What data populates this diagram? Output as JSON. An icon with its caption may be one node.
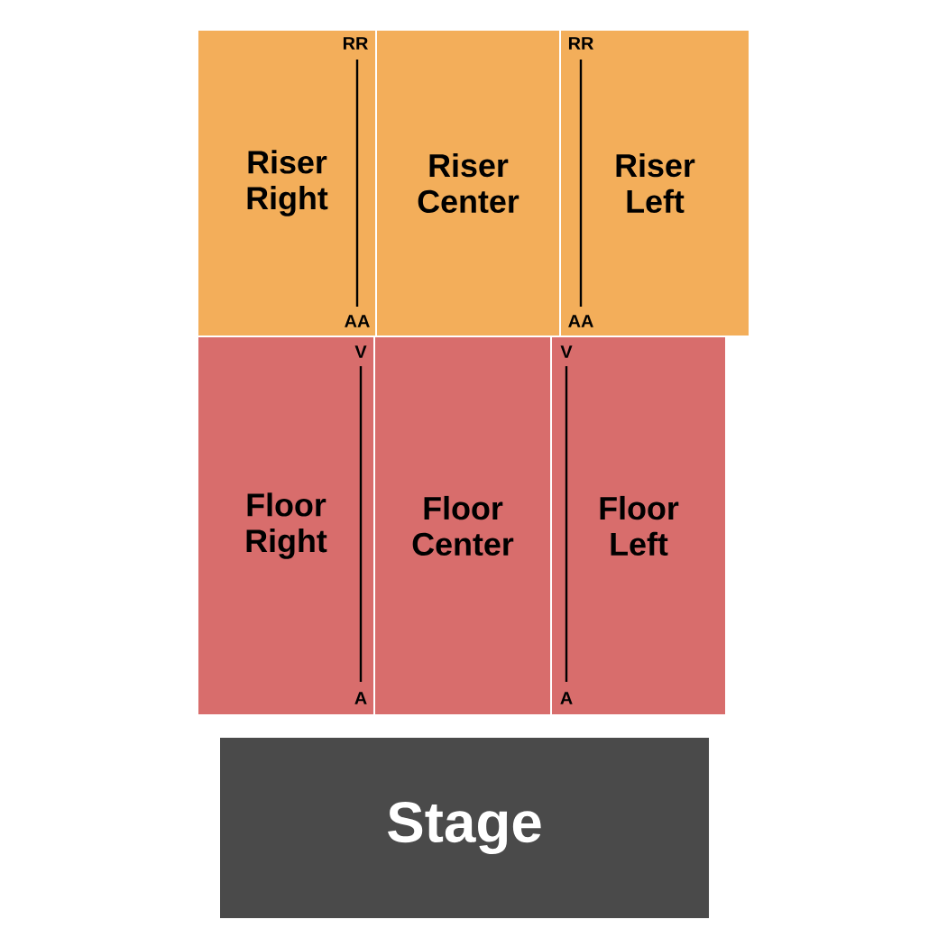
{
  "diagram": {
    "nodes": [
      {
        "text": [
          "Riser Right"
        ]
      },
      {
        "text": [
          "Riser Center"
        ]
      },
      {
        "text": [
          "Riser Left"
        ]
      },
      {
        "text": [
          "Floor Right"
        ]
      },
      {
        "text": [
          "Floor Center"
        ]
      },
      {
        "text": [
          "Floor Left"
        ]
      },
      {
        "text": [
          "Stage"
        ]
      }
    ],
    "labels": [
      "RR",
      "RR",
      "AA",
      "AA",
      "V",
      "V",
      "A",
      "A"
    ]
  }
}
